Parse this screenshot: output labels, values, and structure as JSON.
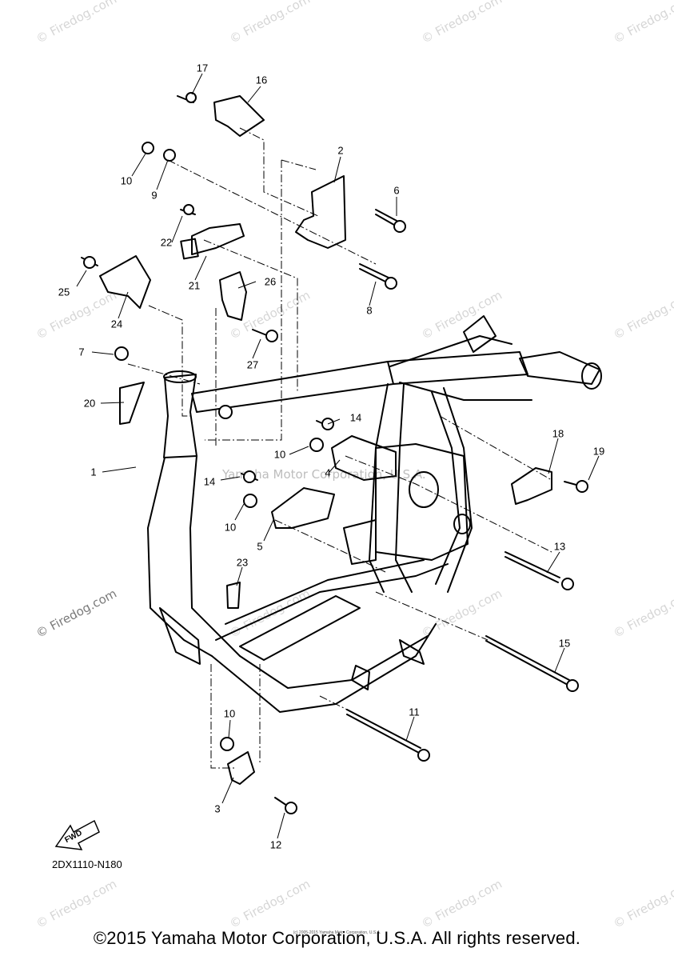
{
  "watermark": "© Firedog.com",
  "watermark_inline": "Yamaha Motor Corporation, U.S.A.",
  "callouts": {
    "c1": "1",
    "c2": "2",
    "c3": "3",
    "c4": "4",
    "c5": "5",
    "c6": "6",
    "c7": "7",
    "c8": "8",
    "c9": "9",
    "c10a": "10",
    "c10b": "10",
    "c10c": "10",
    "c10d": "10",
    "c11": "11",
    "c12": "12",
    "c13": "13",
    "c14a": "14",
    "c14b": "14",
    "c15": "15",
    "c16": "16",
    "c17": "17",
    "c18": "18",
    "c19": "19",
    "c20": "20",
    "c21": "21",
    "c22": "22",
    "c23": "23",
    "c24": "24",
    "c25": "25",
    "c26": "26",
    "c27": "27"
  },
  "fwd_label": "FWD",
  "diagram_code": "2DX1110-N180",
  "footer_small": "(c) 2005-2015 Yamaha Motor Corporation, U.S.A.",
  "footer": "©2015 Yamaha Motor Corporation, U.S.A. All rights reserved."
}
